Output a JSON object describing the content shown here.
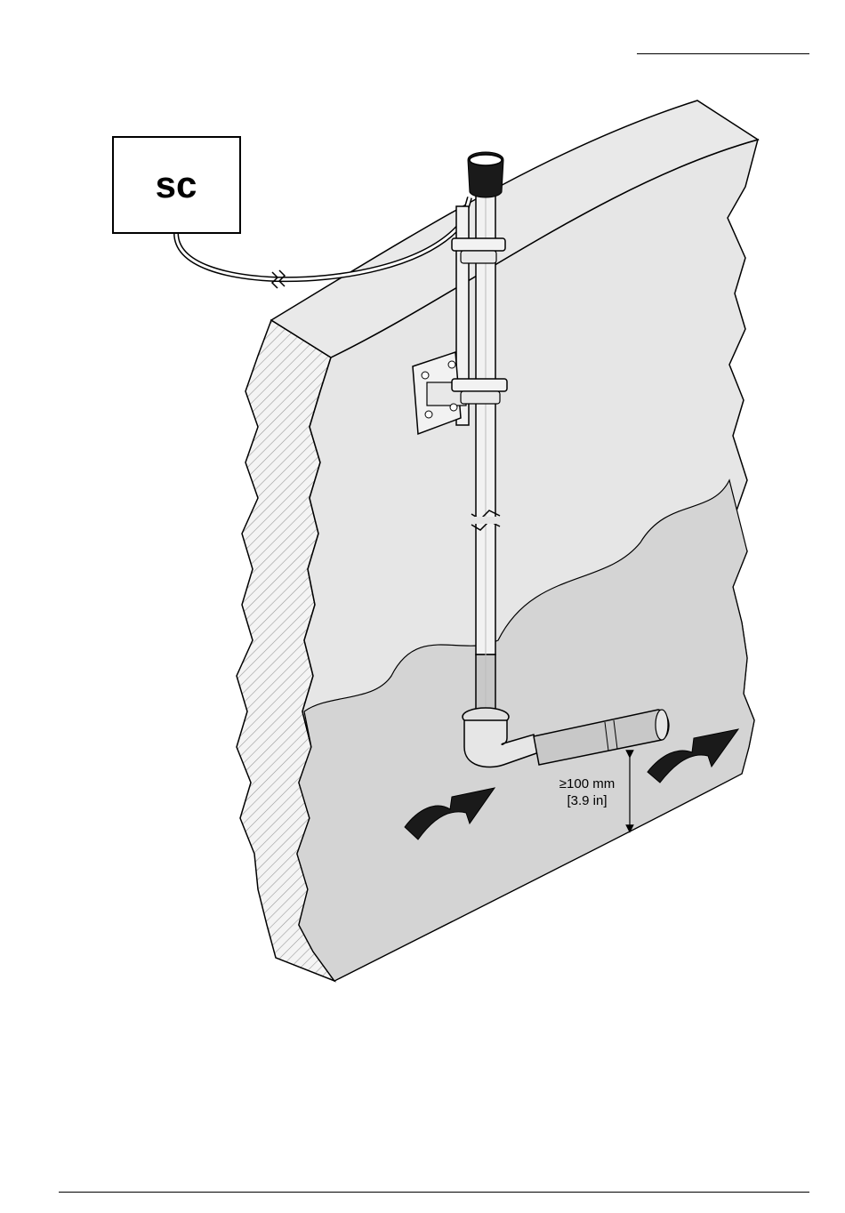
{
  "diagram": {
    "controller": {
      "label": "sc"
    },
    "dimension": {
      "metric": "≥100 mm",
      "imperial": "[3.9 in]"
    }
  },
  "colors": {
    "wall_top": "#e6e6e6",
    "water": "#d4d4d4",
    "side_hatch": "#bdbdbd",
    "outline": "#000000",
    "pipe": "#f2f2f2",
    "arrow_fill": "#1a1a1a"
  },
  "icons": [
    "flow-arrow-icon",
    "cable-break-icon",
    "pipe-break-icon"
  ]
}
